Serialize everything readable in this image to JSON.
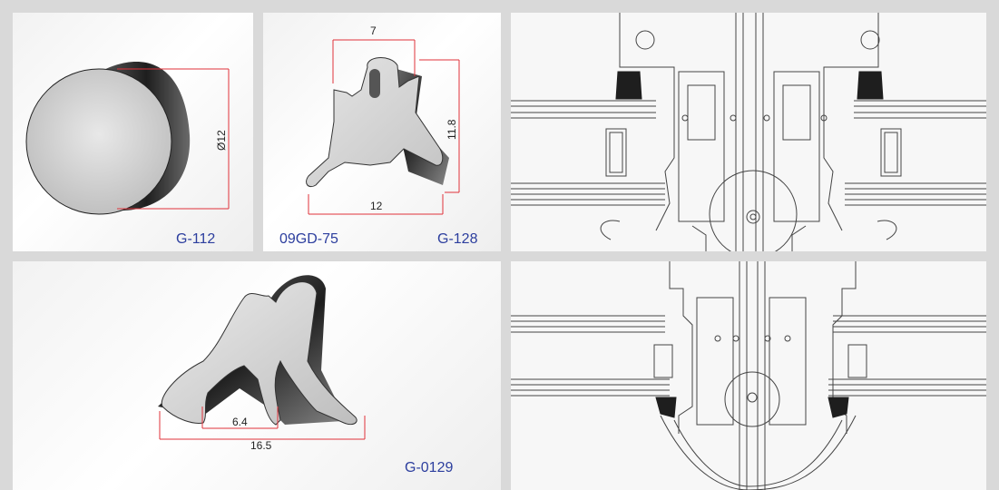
{
  "panels": {
    "p1": {
      "code": "G-112",
      "dims": {
        "diameter": "Ø12"
      }
    },
    "p2": {
      "code_left": "09GD-75",
      "code_right": "G-128",
      "dims": {
        "top": "7",
        "height": "11.8",
        "width": "12"
      }
    },
    "p4": {
      "code": "G-0129",
      "dims": {
        "inner": "6.4",
        "width": "16.5"
      }
    }
  },
  "colors": {
    "dimension_line": "#e0323a",
    "code_text": "#2c3e9e",
    "background": "#d9d9d9"
  }
}
